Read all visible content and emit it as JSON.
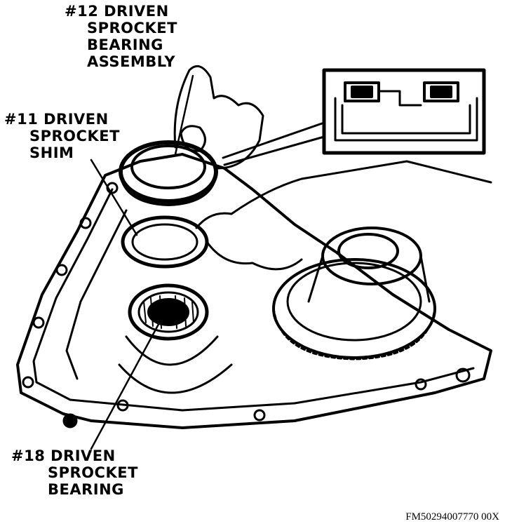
{
  "callouts": {
    "bearing_assembly": [
      "#12 DRIVEN",
      "SPROCKET",
      "BEARING",
      "ASSEMBLY"
    ],
    "shim": [
      "#11 DRIVEN",
      "SPROCKET",
      "SHIM"
    ],
    "bearing": [
      "#18 DRIVEN",
      "SPROCKET",
      "BEARING"
    ]
  },
  "figure_code": "FM50294007770 00X",
  "colors": {
    "ink": "#000000",
    "paper": "#ffffff"
  }
}
